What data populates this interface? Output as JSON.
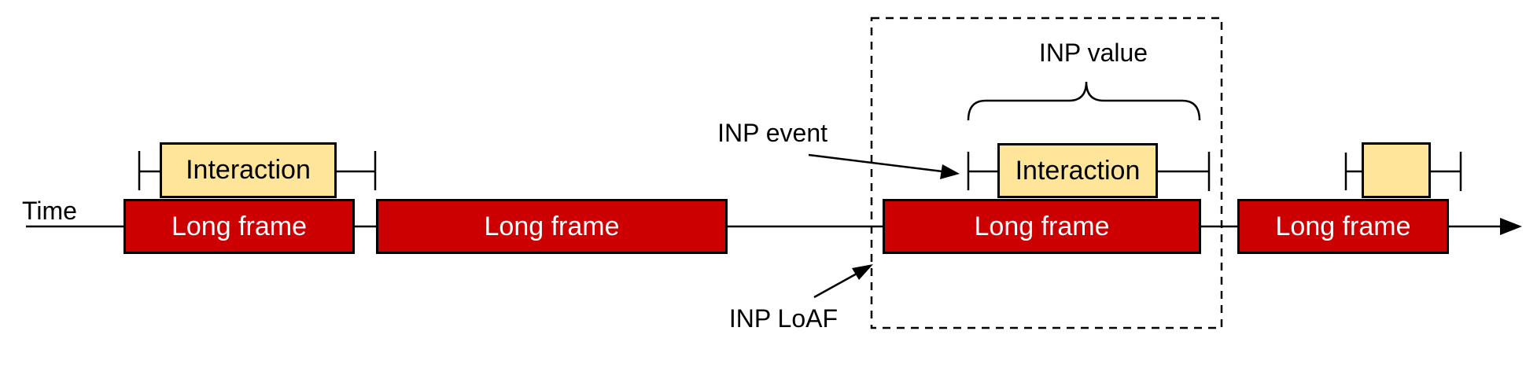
{
  "diagram": {
    "time_axis": {
      "label": "Time"
    },
    "long_frames": [
      {
        "label": "Long frame"
      },
      {
        "label": "Long frame"
      },
      {
        "label": "Long frame"
      },
      {
        "label": "Long frame"
      }
    ],
    "interactions": [
      {
        "label": "Interaction"
      },
      {
        "label": "Interaction"
      },
      {
        "label": ""
      }
    ],
    "annotations": {
      "inp_event_label": "INP event",
      "inp_value_label": "INP value",
      "inp_loaf_label": "INP LoAF"
    },
    "colors": {
      "long_frame_fill": "#cc0000",
      "long_frame_text": "#ffffff",
      "interaction_fill": "#ffe599",
      "outline": "#000000",
      "background": "#ffffff"
    }
  }
}
